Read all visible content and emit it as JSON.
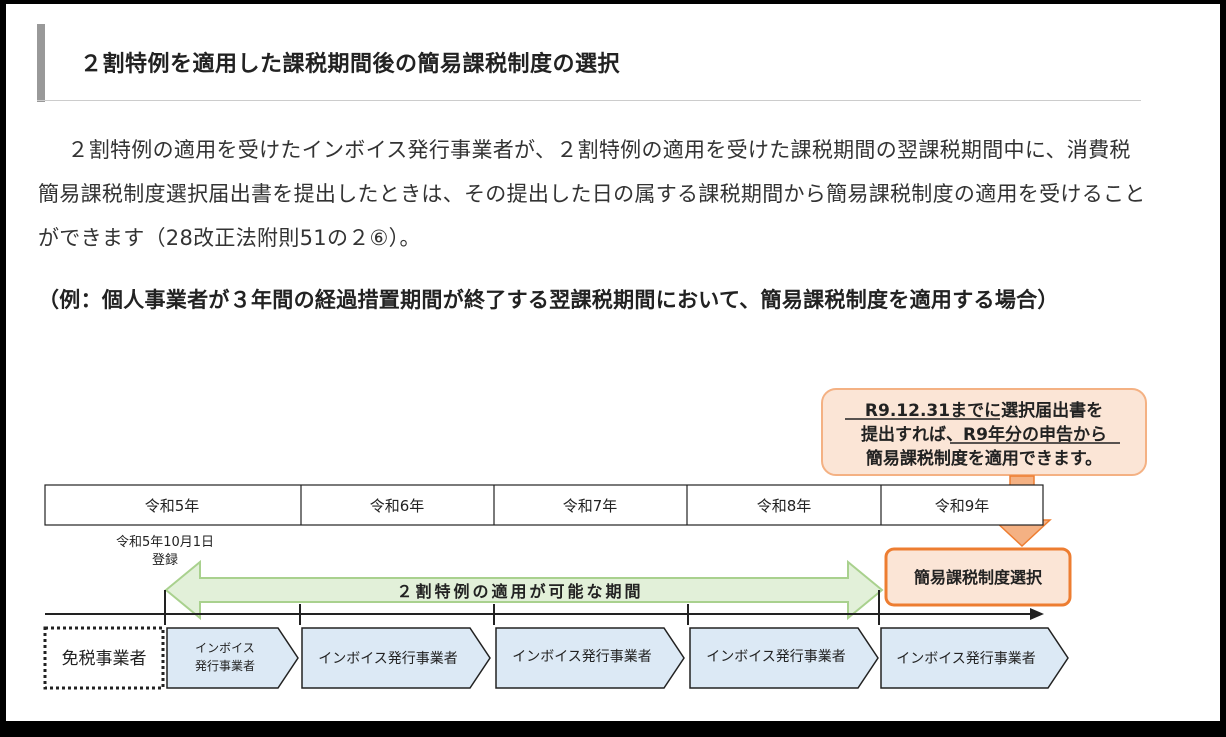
{
  "article": {
    "heading": "２割特例を適用した課税期間後の簡易課税制度の選択",
    "paragraph": "２割特例の適用を受けたインボイス発行事業者が、２割特例の適用を受けた課税期間の翌課税期間中に、消費税簡易課税制度選択届出書を提出したときは、その提出した日の属する課税期間から簡易課税制度の適用を受けることができます（28改正法附則51の２⑥）。",
    "example": "（例：個人事業者が３年間の経過措置期間が終了する翌課税期間において、簡易課税制度を適用する場合）"
  },
  "diagram": {
    "callout": {
      "line1": "R9.12.31までに選択届出書を",
      "line2": "提出すれば、R9年分の申告から",
      "line3": "簡易課税制度を適用できます。"
    },
    "years": [
      "令和5年",
      "令和6年",
      "令和7年",
      "令和8年",
      "令和9年"
    ],
    "registration_date": "令和5年10月1日",
    "registration_label": "登録",
    "period_label": "２割特例の適用が可能な期間",
    "choice_label": "簡易課税制度選択",
    "exempt_label": "免税事業者",
    "invoice_first_line1": "インボイス",
    "invoice_first_line2": "発行事業者",
    "invoice_labels": [
      "インボイス発行事業者",
      "インボイス発行事業者",
      "インボイス発行事業者",
      "インボイス発行事業者"
    ],
    "colors": {
      "arrow_fill": "#e2f0d9",
      "arrow_stroke": "#a9d18e",
      "callout_fill": "#fbe5d6",
      "callout_stroke": "#f4b183",
      "choice_fill": "#fbe5d6",
      "choice_stroke": "#ed7d31",
      "down_arrow": "#f4b183",
      "chevron_fill": "#dce9f5",
      "chevron_stroke": "#222222"
    }
  }
}
